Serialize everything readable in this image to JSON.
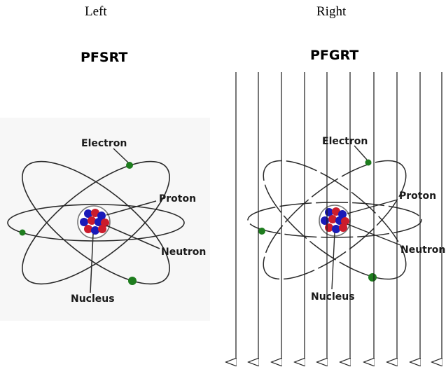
{
  "headers": {
    "left": "Left",
    "right": "Right"
  },
  "panels": {
    "left": {
      "title": "PFSRT",
      "labels": {
        "electron": "Electron",
        "proton": "Proton",
        "neutron": "Neutron",
        "nucleus": "Nucleus"
      }
    },
    "right": {
      "title": "PFGRT",
      "labels": {
        "electron": "Electron",
        "proton": "Proton",
        "neutron": "Neutron",
        "nucleus": "Nucleus"
      }
    }
  },
  "colors": {
    "orbit": "#2a2a2a",
    "electron": "#1e7d1e",
    "proton": "#cc1c2c",
    "neutron": "#1a1ab8",
    "background_panel": "#f7f7f7"
  }
}
